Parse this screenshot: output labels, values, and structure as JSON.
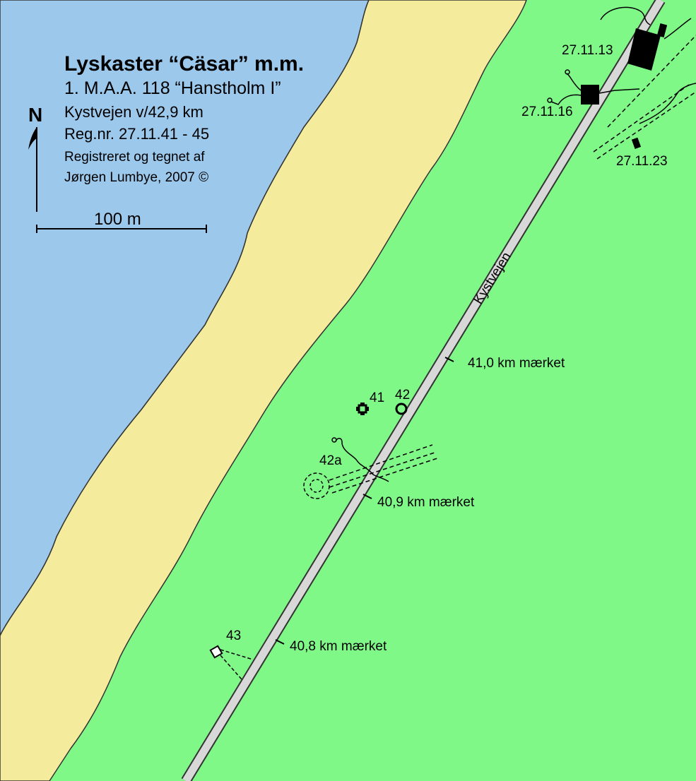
{
  "legend": {
    "title": "Lyskaster “Cäsar” m.m.",
    "line1": "1. M.A.A. 118 “Hanstholm I”",
    "line2": "Kystvejen v/42,9 km",
    "line3": "Reg.nr. 27.11.41 - 45",
    "line4": "Registreret og tegnet af",
    "line5": "Jørgen Lumbye, 2007 ©"
  },
  "north_label": "N",
  "scale_label": "100 m",
  "road_label": "Kystvejen",
  "km_markers": [
    "41,0 km mærket",
    "40,9 km mærket",
    "40,8 km mærket"
  ],
  "site_labels": {
    "s41": "41",
    "s42": "42",
    "s42a": "42a",
    "s43": "43",
    "r13": "27.11.13",
    "r16": "27.11.16",
    "r23": "27.11.23"
  },
  "colors": {
    "sea": "#9cc8ec",
    "beach": "#f4ec9c",
    "land": "#80f888",
    "road": "#d8d8d8"
  }
}
